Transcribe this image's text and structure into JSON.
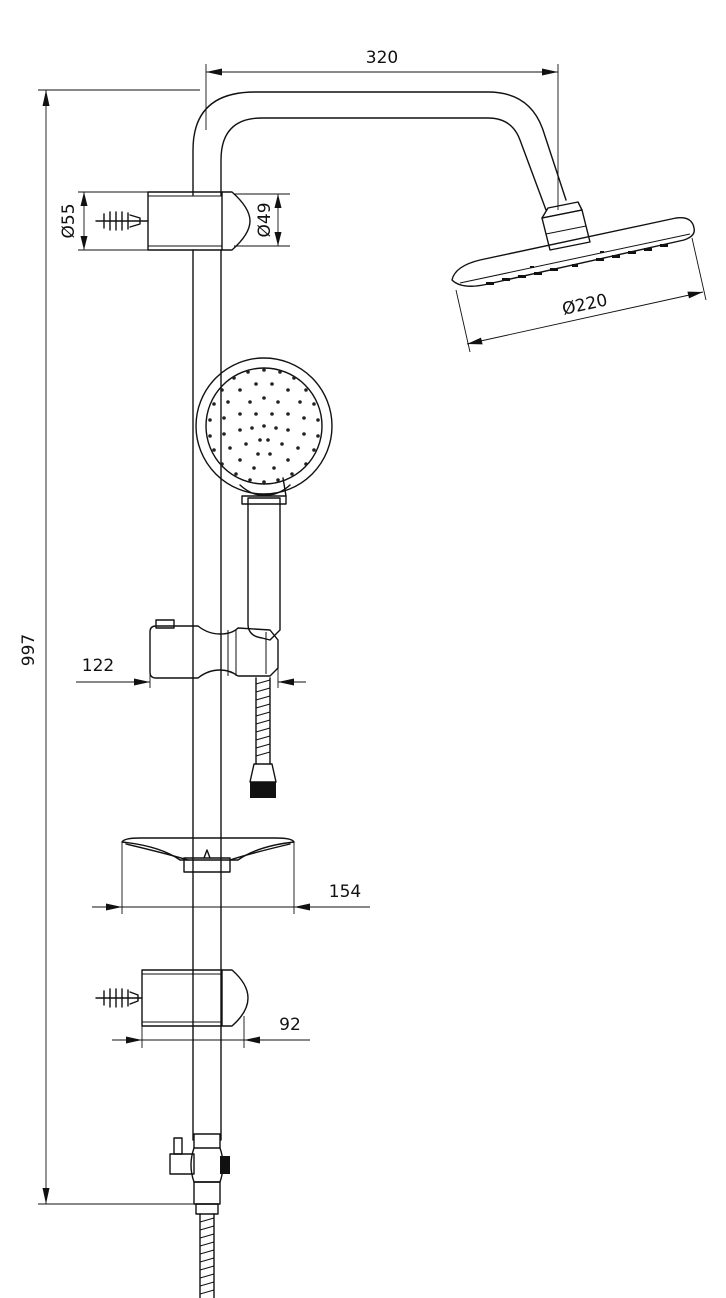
{
  "dimensions": {
    "head_projection": "320",
    "total_height": "997",
    "bracket_diameter": "Ø55",
    "rail_diameter": "Ø49",
    "head_diameter": "Ø220",
    "slider_depth": "122",
    "soap_dish_width": "154",
    "wall_bracket_depth": "92"
  },
  "colors": {
    "stroke": "#111111",
    "background": "#ffffff"
  }
}
